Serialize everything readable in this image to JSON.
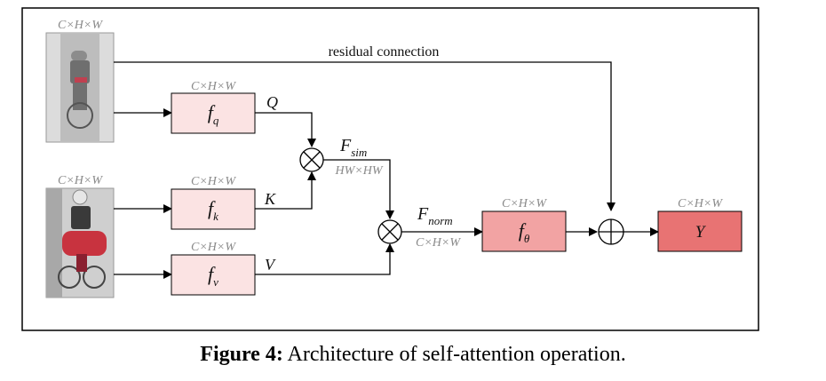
{
  "dims": {
    "input1": "C×H×W",
    "input2": "C×H×W",
    "fq": "C×H×W",
    "fk": "C×H×W",
    "fv": "C×H×W",
    "sim": "HW×HW",
    "norm": "C×H×W",
    "ftheta": "C×H×W",
    "y": "C×H×W"
  },
  "edge_labels": {
    "q": "Q",
    "k": "K",
    "v": "V",
    "residual": "residual connection",
    "sim_main": "F",
    "sim_sub": "sim",
    "norm_main": "F",
    "norm_sub": "norm"
  },
  "boxes": {
    "fq_main": "f",
    "fq_sub": "q",
    "fk_main": "f",
    "fk_sub": "k",
    "fv_main": "f",
    "fv_sub": "v",
    "ftheta_main": "f",
    "ftheta_sub": "θ",
    "y": "Y"
  },
  "colors": {
    "box_light": "#fbe3e3",
    "box_mid": "#f2a3a3",
    "box_dark": "#e87373"
  },
  "caption": {
    "bold": "Figure 4:",
    "text": "Architecture of self-attention operation."
  }
}
